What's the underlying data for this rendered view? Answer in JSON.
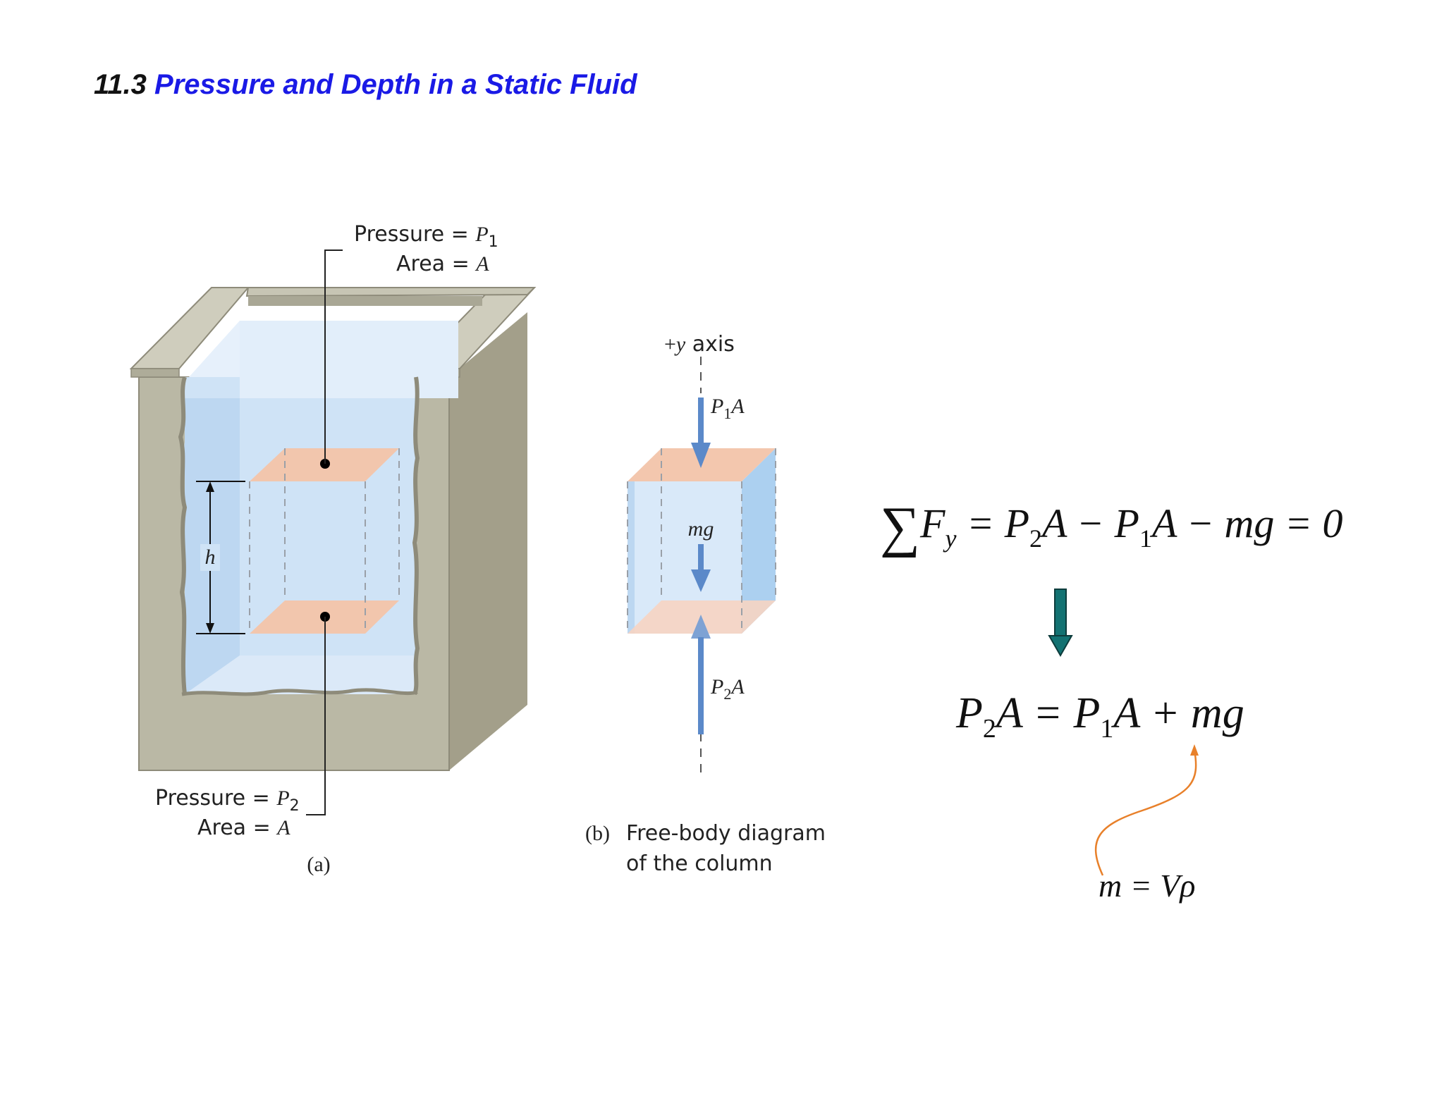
{
  "slide": {
    "section_number": "11.3",
    "section_title": "Pressure and Depth in a Static Fluid"
  },
  "figure_a": {
    "top_pressure_label": "Pressure = ",
    "top_pressure_var": "P",
    "top_pressure_sub": "1",
    "top_area_label": "Area = ",
    "top_area_var": "A",
    "bottom_pressure_label": "Pressure = ",
    "bottom_pressure_var": "P",
    "bottom_pressure_sub": "2",
    "bottom_area_label": "Area = ",
    "bottom_area_var": "A",
    "height_label": "h",
    "caption": "(a)"
  },
  "figure_b": {
    "axis_label_sign": "+",
    "axis_label_var": "y",
    "axis_label_text": " axis",
    "top_force_var": "P",
    "top_force_sub": "1",
    "top_force_tail": "A",
    "weight_label": "mg",
    "bottom_force_var": "P",
    "bottom_force_sub": "2",
    "bottom_force_tail": "A",
    "caption_tag": "(b)",
    "caption_line1": "Free-body diagram",
    "caption_line2": "of the column"
  },
  "equations": {
    "sum_symbol": "∑",
    "eq1_F": "F",
    "eq1_F_sub": "y",
    "eq1_rest_a": " = P",
    "eq1_sub2": "2",
    "eq1_rest_b": "A − P",
    "eq1_sub1": "1",
    "eq1_rest_c": "A − mg = 0",
    "eq2_a": "P",
    "eq2_sub2": "2",
    "eq2_b": "A = P",
    "eq2_sub1": "1",
    "eq2_c": "A + mg",
    "mass_note": "m = Vρ"
  },
  "colors": {
    "title_blue": "#1a1ae6",
    "wall_gray": "#b9b8a6",
    "water_blue": "#cfe3f7",
    "face_peach": "#f3c7ae",
    "force_arrow_blue": "#5b89c9",
    "implies_arrow_teal": "#137272",
    "annotation_orange": "#e8802a"
  }
}
